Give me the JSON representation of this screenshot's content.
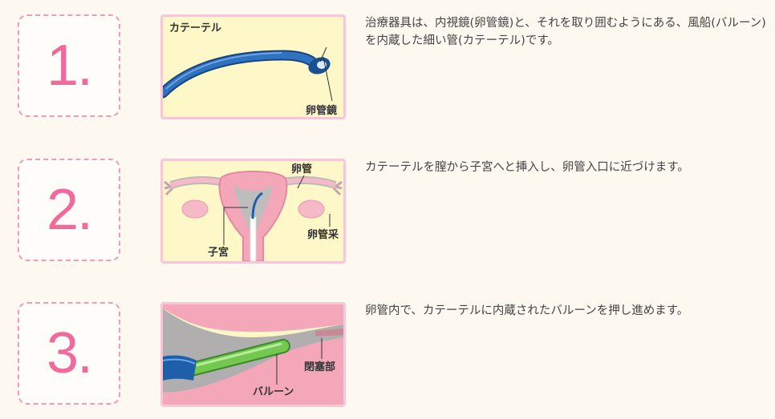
{
  "steps": [
    {
      "number": "1.",
      "description": "治療器具は、内視鏡(卵管鏡)と、それを取り囲むようにある、風船(バルーン)を内蔵した細い管(カテーテル)です。",
      "labels": {
        "catheter": "カテーテル",
        "scope": "卵管鏡"
      }
    },
    {
      "number": "2.",
      "description": "カテーテルを膣から子宮へと挿入し、卵管入口に近づけます。",
      "labels": {
        "tube": "卵管",
        "uterus": "子宮",
        "fimbria": "卵管采"
      }
    },
    {
      "number": "3.",
      "description": "卵管内で、カテーテルに内蔵されたバルーンを押し進めます。",
      "labels": {
        "balloon": "バルーン",
        "blockage": "閉塞部"
      }
    }
  ],
  "colors": {
    "accent": "#f06a9c",
    "border": "#f29ab8",
    "catheter": "#1f5ea8",
    "balloon": "#6cc24a"
  }
}
